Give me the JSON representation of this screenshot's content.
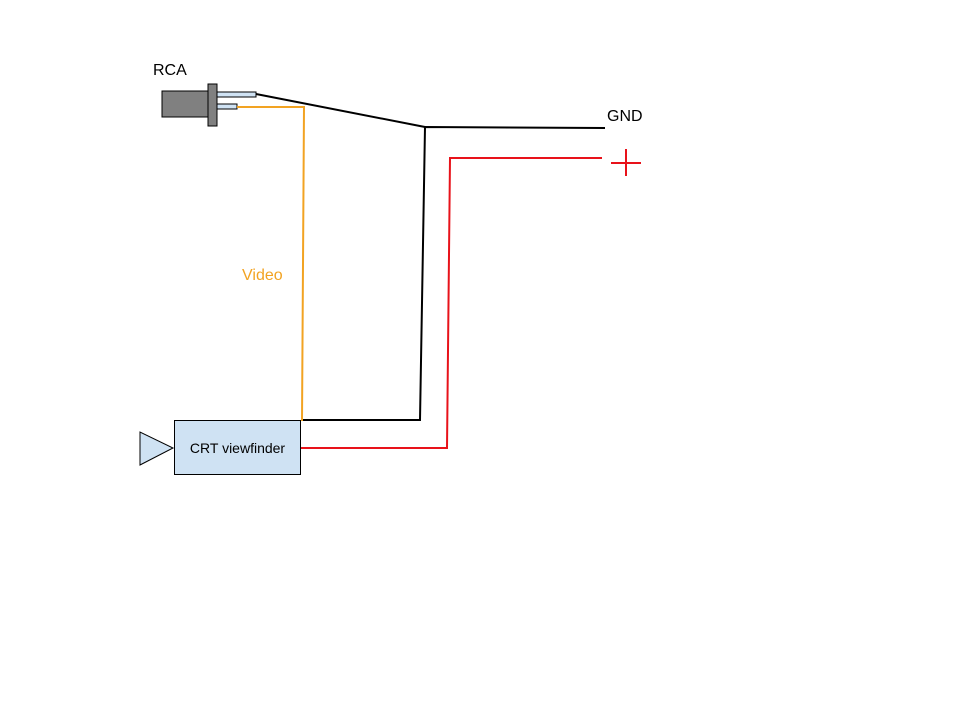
{
  "labels": {
    "rca": "RCA",
    "gnd": "GND",
    "video": "Video",
    "viewfinder": "CRT viewfinder"
  },
  "icons": {
    "positive": "plus-icon",
    "speaker": "triangle-icon"
  },
  "colors": {
    "gnd_wire": "#000000",
    "positive_wire": "#e8121a",
    "video_wire": "#f2a322",
    "video_label": "#f2a322",
    "viewfinder_fill": "#cfe2f3",
    "rca_body": "#808080",
    "rca_pin_fill": "#cfe2f3",
    "outline": "#000000"
  }
}
